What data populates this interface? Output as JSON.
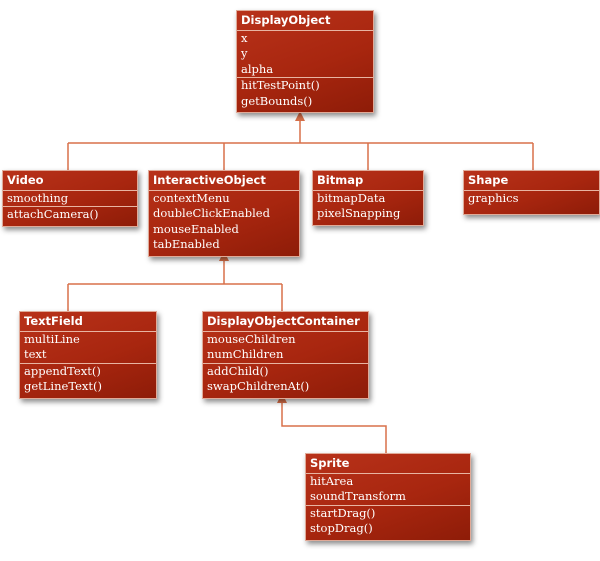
{
  "classes": {
    "display_object": {
      "name": "DisplayObject",
      "properties": [
        "x",
        "y",
        "alpha"
      ],
      "methods": [
        "hitTestPoint()",
        "getBounds()"
      ]
    },
    "video": {
      "name": "Video",
      "properties": [
        "smoothing"
      ],
      "methods": [
        "attachCamera()"
      ]
    },
    "interactive_object": {
      "name": "InteractiveObject",
      "properties": [
        "contextMenu",
        "doubleClickEnabled",
        "mouseEnabled",
        "tabEnabled"
      ],
      "methods": []
    },
    "bitmap": {
      "name": "Bitmap",
      "properties": [
        "bitmapData",
        "pixelSnapping"
      ],
      "methods": []
    },
    "shape": {
      "name": "Shape",
      "properties": [
        "graphics"
      ],
      "methods": []
    },
    "text_field": {
      "name": "TextField",
      "properties": [
        "multiLine",
        "text"
      ],
      "methods": [
        "appendText()",
        "getLineText()"
      ]
    },
    "display_object_container": {
      "name": "DisplayObjectContainer",
      "properties": [
        "mouseChildren",
        "numChildren"
      ],
      "methods": [
        "addChild()",
        "swapChildrenAt()"
      ]
    },
    "sprite": {
      "name": "Sprite",
      "properties": [
        "hitArea",
        "soundTransform"
      ],
      "methods": [
        "startDrag()",
        "stopDrag()"
      ]
    }
  },
  "inheritance": [
    {
      "child": "Video",
      "parent": "DisplayObject"
    },
    {
      "child": "InteractiveObject",
      "parent": "DisplayObject"
    },
    {
      "child": "Bitmap",
      "parent": "DisplayObject"
    },
    {
      "child": "Shape",
      "parent": "DisplayObject"
    },
    {
      "child": "TextField",
      "parent": "InteractiveObject"
    },
    {
      "child": "DisplayObjectContainer",
      "parent": "InteractiveObject"
    },
    {
      "child": "Sprite",
      "parent": "DisplayObjectContainer"
    }
  ],
  "colors": {
    "box_fill": "#a8260f",
    "box_border": "#e0aa98",
    "connector": "#d8704a",
    "text": "#ffffff"
  }
}
